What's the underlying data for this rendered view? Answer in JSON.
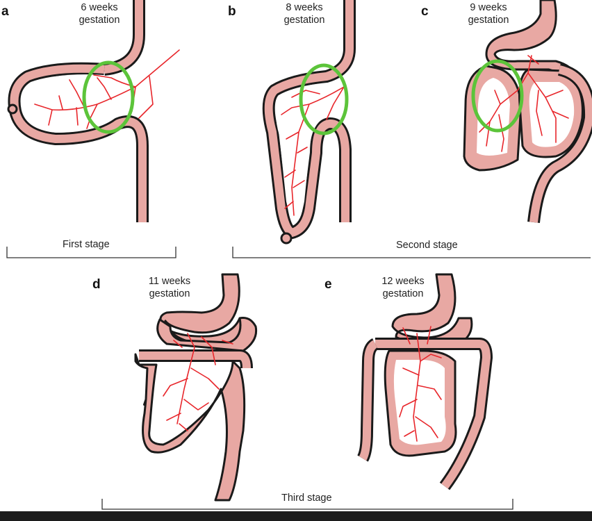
{
  "panels": [
    {
      "letter": "a",
      "caption_line1": "6 weeks",
      "caption_line2": "gestation"
    },
    {
      "letter": "b",
      "caption_line1": "8 weeks",
      "caption_line2": "gestation"
    },
    {
      "letter": "c",
      "caption_line1": "9 weeks",
      "caption_line2": "gestation"
    },
    {
      "letter": "d",
      "caption_line1": "11 weeks",
      "caption_line2": "gestation"
    },
    {
      "letter": "e",
      "caption_line1": "12 weeks",
      "caption_line2": "gestation"
    }
  ],
  "stages": {
    "first": "First stage",
    "second": "Second stage",
    "third": "Third stage"
  },
  "colors": {
    "gut_fill": "#e8a8a3",
    "gut_outline": "#1a1a1a",
    "vessels": "#e8262b",
    "highlight_ring": "#5cc43a"
  }
}
